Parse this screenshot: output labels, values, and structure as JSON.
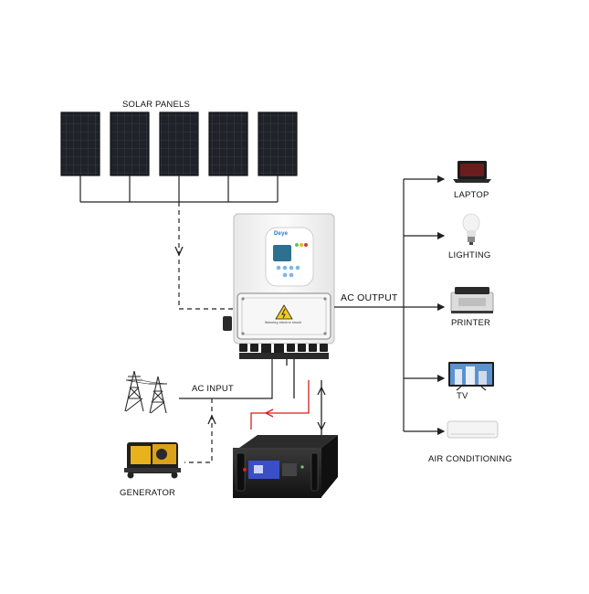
{
  "diagram": {
    "solar_panels_label": "SOLAR PANELS",
    "ac_output_label": "AC OUTPUT",
    "ac_input_label": "AC INPUT",
    "generator_label": "GENERATOR",
    "inverter_brand": "Deye",
    "warning_text": "Warning electric shock",
    "loads": [
      {
        "label": "LAPTOP"
      },
      {
        "label": "LIGHTING"
      },
      {
        "label": "PRINTER"
      },
      {
        "label": "TV"
      },
      {
        "label": "AIR CONDITIONING"
      }
    ]
  },
  "colors": {
    "line": "#222222",
    "positive": "#d81e1e",
    "panel": "#1e2126",
    "inverter_body": "#f4f4f4",
    "inverter_brand_blue": "#1f74c8",
    "battery": "#1c1c1c"
  }
}
